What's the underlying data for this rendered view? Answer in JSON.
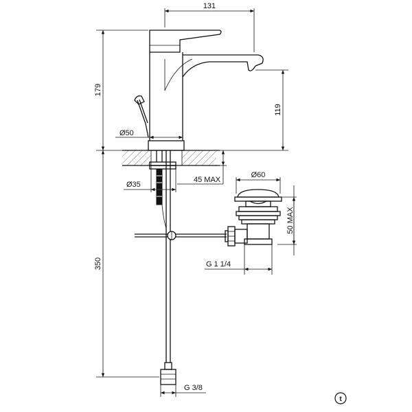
{
  "dimensions": {
    "spout_reach": "131",
    "total_height": "179",
    "spout_height": "119",
    "body_diameter": "Ø50",
    "hole_diameter": "Ø35",
    "deck_thickness": "45 MAX",
    "hose_length": "350",
    "hose_thread": "G 3/8",
    "waste_diameter": "Ø60",
    "waste_thread": "G 1 1/4",
    "waste_thickness": "50 MAX"
  },
  "logo": {
    "icon": "brand-logo-icon",
    "glyph": "t"
  }
}
